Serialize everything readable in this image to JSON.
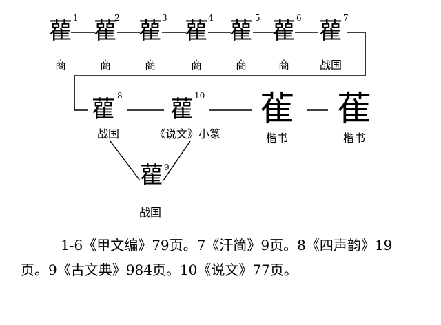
{
  "nodes": [
    {
      "id": "1",
      "glyph": "雚",
      "label": "商"
    },
    {
      "id": "2",
      "glyph": "雚",
      "label": "商"
    },
    {
      "id": "3",
      "glyph": "雚",
      "label": "商"
    },
    {
      "id": "4",
      "glyph": "雚",
      "label": "商"
    },
    {
      "id": "5",
      "glyph": "雚",
      "label": "商"
    },
    {
      "id": "6",
      "glyph": "雚",
      "label": "商"
    },
    {
      "id": "7",
      "glyph": "雚",
      "label": "战国"
    },
    {
      "id": "8",
      "glyph": "雚",
      "label": "战国"
    },
    {
      "id": "10",
      "glyph": "雚",
      "label": "《说文》小篆"
    },
    {
      "id": "9",
      "glyph": "雚",
      "label": "战国"
    }
  ],
  "kaishu": [
    {
      "glyph": "雈",
      "label": "楷书"
    },
    {
      "glyph": "萑",
      "label": "楷书"
    }
  ],
  "footnote": "1-6《甲文编》79页。7《汗简》9页。8《四声韵》19页。9《古文典》984页。10《说文》77页。"
}
